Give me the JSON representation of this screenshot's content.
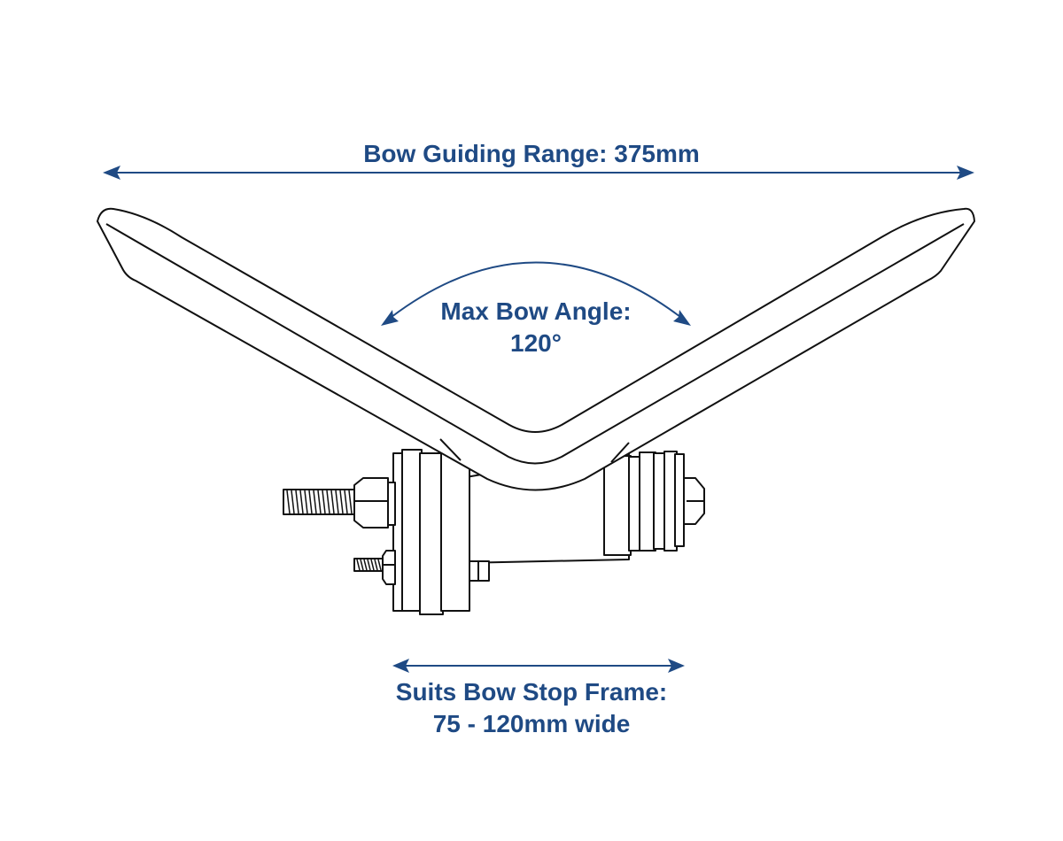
{
  "labels": {
    "guiding_range": "Bow Guiding Range: 375mm",
    "max_angle_line1": "Max Bow Angle:",
    "max_angle_line2": "120°",
    "frame_line1": "Suits Bow Stop Frame:",
    "frame_line2": "75 - 120mm wide"
  },
  "colors": {
    "annotation": "#1f4a84",
    "outline": "#111111",
    "background": "#ffffff"
  }
}
